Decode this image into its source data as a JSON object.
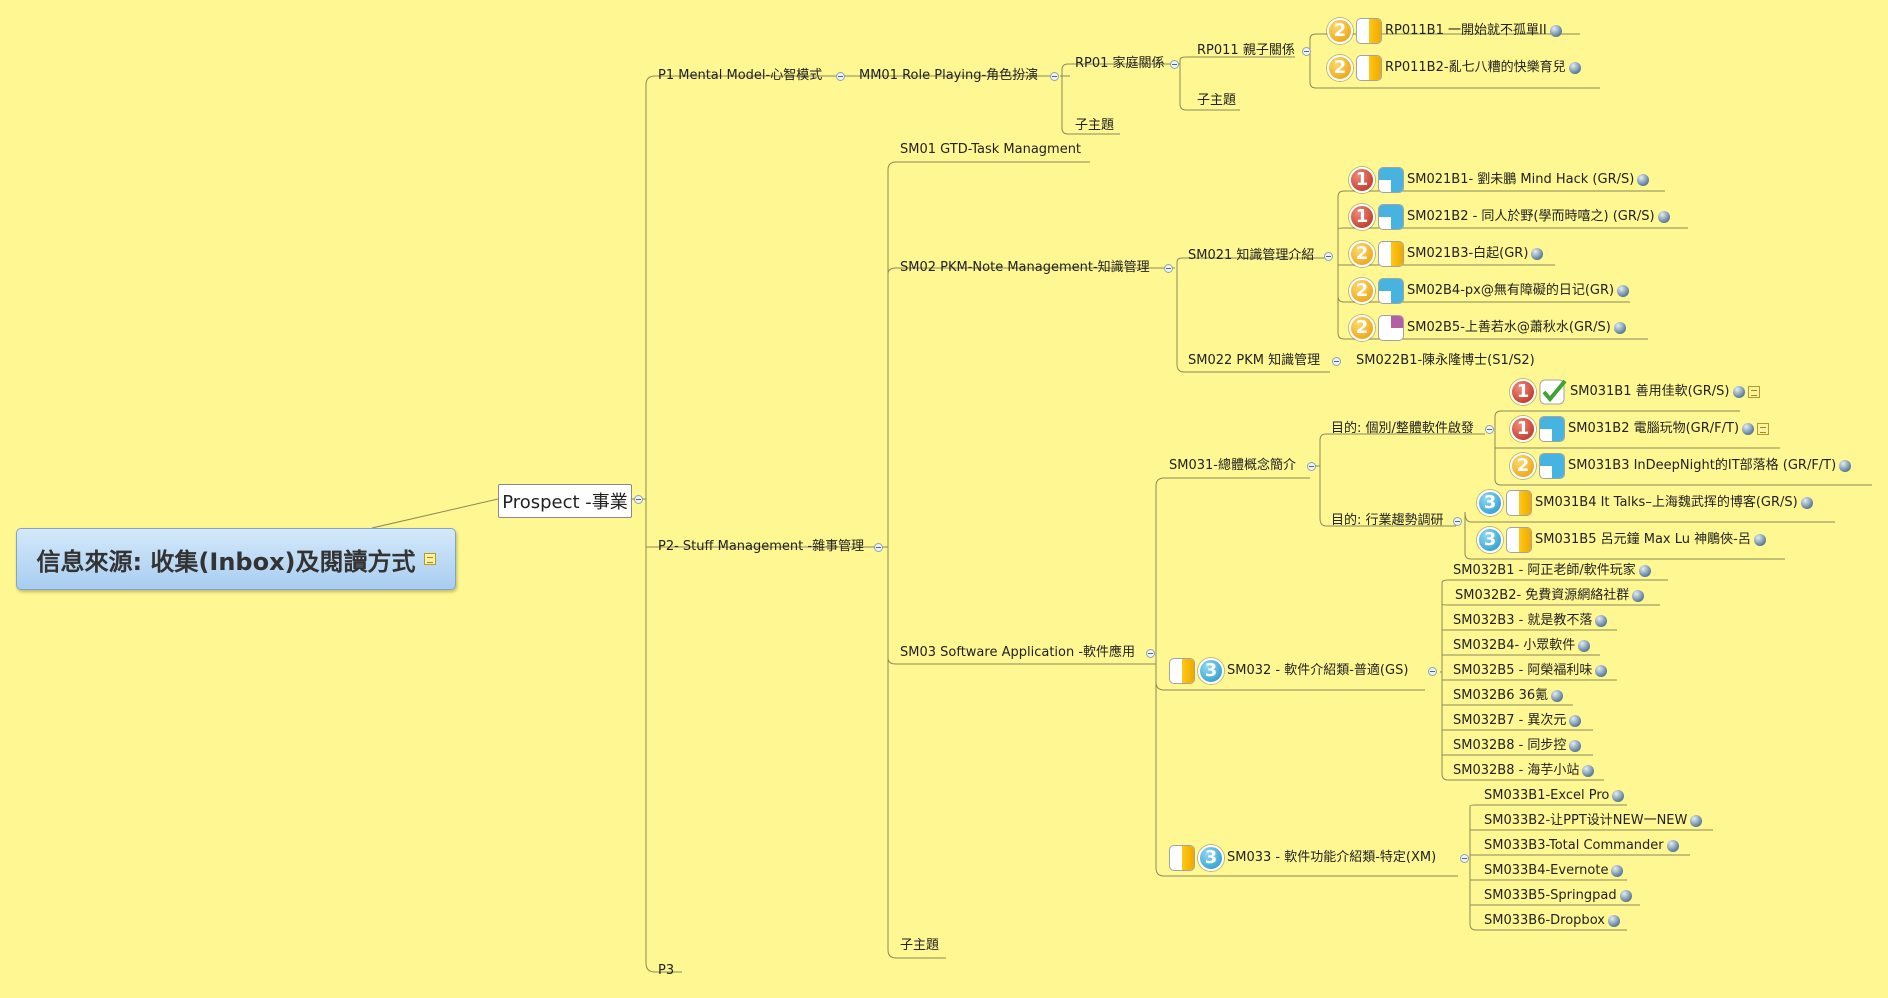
{
  "root": {
    "label": "信息來源: 收集(Inbox)及閱讀方式"
  },
  "center": {
    "label": "Prospect -事業"
  },
  "nodes": {
    "p1": "P1 Mental Model-心智模式",
    "mm01": "MM01 Role Playing-角色扮演",
    "rp01": "RP01 家庭關係",
    "rp011": "RP011 親子關係",
    "rp011b1": "RP011B1  一開始就不孤單II",
    "rp011b2": "RP011B2-亂七八糟的快樂育兒",
    "sub_rp011": "子主題",
    "sub_mm01": "子主題",
    "p2": "P2- Stuff Management -雜事管理",
    "sm01": "SM01 GTD-Task Managment",
    "sm02": "SM02 PKM-Note Management-知識管理",
    "sm021": "SM021 知識管理介紹",
    "sm021b1": "SM021B1- 劉未鵬 Mind Hack  (GR/S)",
    "sm021b2": "SM021B2 - 同人於野(學而時嘻之) (GR/S)",
    "sm021b3": "SM021B3-白起(GR)",
    "sm02b4": "SM02B4-px@無有障礙的日记(GR)",
    "sm02b5": "SM02B5-上善若水@蕭秋水(GR/S)",
    "sm022": "SM022 PKM 知識管理",
    "sm022b1": "SM022B1-陳永隆博士(S1/S2)",
    "sm03": "SM03 Software Application -軟件應用",
    "sm031": "SM031-總體概念簡介",
    "goal1": "目的: 個別/整體軟件啟發",
    "goal2": "目的: 行業趨勢調研",
    "sm031b1": "SM031B1 善用佳軟(GR/S)",
    "sm031b2": "SM031B2 電腦玩物(GR/F/T)",
    "sm031b3": "SM031B3 InDeepNight的IT部落格 (GR/F/T)",
    "sm031b4": "SM031B4 It Talks–上海魏武挥的博客(GR/S)",
    "sm031b5": "SM031B5 呂元鐘 Max Lu 神鵰俠-呂",
    "sm032": "SM032 - 軟件介紹類-普適(GS)",
    "sm032b1": "SM032B1 - 阿正老師/軟件玩家",
    "sm032b2": "SM032B2- 免費資源網絡社群",
    "sm032b3": "SM032B3 - 就是教不落",
    "sm032b4": "SM032B4- 小眾軟件",
    "sm032b5": "SM032B5 - 阿榮福利味",
    "sm032b6": "SM032B6 36氪",
    "sm032b7": "SM032B7 - 異次元",
    "sm032b8a": "SM032B8 - 同步控",
    "sm032b8b": "SM032B8 - 海芋小站",
    "sm033": "SM033 - 軟件功能介紹類-特定(XM)",
    "sm033b1": "SM033B1-Excel Pro",
    "sm033b2": "SM033B2-让PPT设计NEW一NEW",
    "sm033b3": "SM033B3-Total Commander",
    "sm033b4": "SM033B4-Evernote",
    "sm033b5": "SM033B5-Springpad",
    "sm033b6": "SM033B6-Dropbox",
    "sub_p2": "子主題",
    "p3": "P3"
  },
  "priority_labels": {
    "one": "1",
    "two": "2",
    "three": "3"
  }
}
